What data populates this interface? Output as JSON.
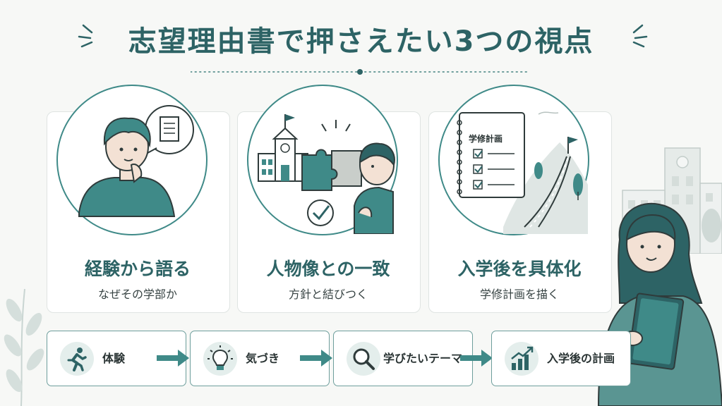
{
  "title": "志望理由書で押さえたい3つの視点",
  "cards": [
    {
      "title": "経験から語る",
      "subtitle": "なぜその学部か"
    },
    {
      "title": "人物像との一致",
      "subtitle": "方針と結びつく"
    },
    {
      "title": "入学後を具体化",
      "subtitle": "学修計画を描く",
      "notebook_label": "学修計画"
    }
  ],
  "steps": [
    {
      "label": "体験",
      "icon": "runner-icon"
    },
    {
      "label": "気づき",
      "icon": "lightbulb-icon"
    },
    {
      "label": "学びたいテーマ",
      "icon": "magnifier-icon"
    },
    {
      "label": "入学後の計画",
      "icon": "growth-chart-icon"
    }
  ],
  "colors": {
    "accent": "#2d6365",
    "teal": "#3f8a88",
    "light": "#e4eeec",
    "background": "#f7f8f6"
  }
}
